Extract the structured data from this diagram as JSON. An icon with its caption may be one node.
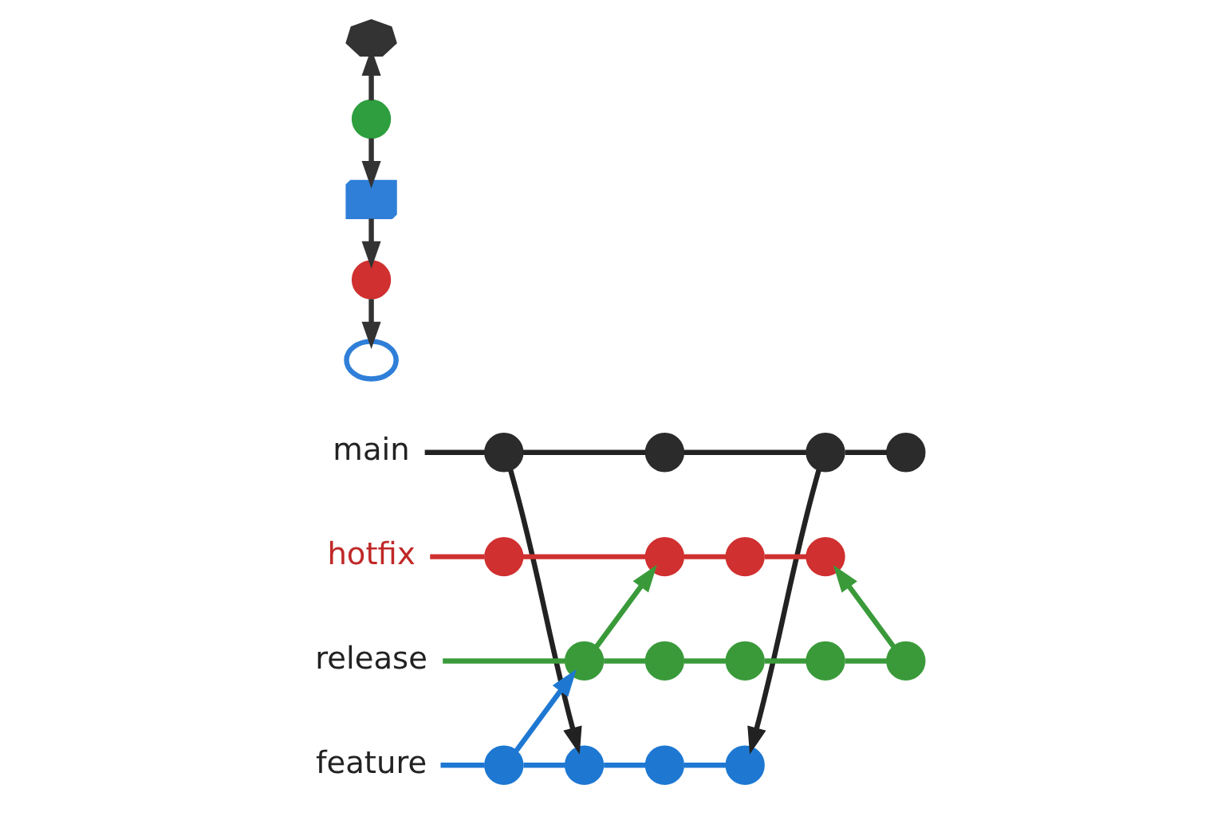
{
  "diagram": {
    "nodes": [
      {
        "text": [
          "main"
        ]
      },
      {
        "text": [],
        "shape": "circle"
      },
      {
        "text": [],
        "shape": "circle"
      },
      {
        "text": [],
        "shape": "circle"
      },
      {
        "text": [],
        "shape": "circle"
      },
      {
        "text": [
          "feature"
        ]
      },
      {
        "text": [],
        "shape": "circle"
      },
      {
        "text": [],
        "shape": "circle"
      },
      {
        "text": [],
        "shape": "circle"
      },
      {
        "text": [],
        "shape": "circle"
      },
      {
        "text": [
          "release"
        ]
      },
      {
        "text": [],
        "shape": "circle"
      },
      {
        "text": [],
        "shape": "circle"
      },
      {
        "text": [],
        "shape": "circle"
      },
      {
        "text": [],
        "shape": "circle"
      },
      {
        "text": [],
        "shape": "circle"
      },
      {
        "text": [
          "hotfix"
        ]
      },
      {
        "text": [],
        "shape": "circle"
      },
      {
        "text": [],
        "shape": "circle"
      },
      {
        "text": [],
        "shape": "circle"
      },
      {
        "text": [],
        "shape": "circle"
      },
      {
        "text": [],
        "shape": "picture"
      },
      {
        "text": [],
        "shape": "circle"
      },
      {
        "text": [],
        "shape": "box"
      },
      {
        "text": [],
        "shape": "circle"
      },
      {
        "text": [],
        "shape": "cloud"
      }
    ],
    "edges": [
      {
        "from": 0,
        "to": 1,
        "arrow": "none",
        "color": "#222222"
      },
      {
        "from": 1,
        "to": 2,
        "arrow": "none",
        "color": "#222222"
      },
      {
        "from": 2,
        "to": 3,
        "arrow": "none",
        "color": "#222222"
      },
      {
        "from": 3,
        "to": 4,
        "arrow": "none",
        "color": "#222222"
      },
      {
        "from": 5,
        "to": 6,
        "arrow": "none",
        "color": "#1e78d2"
      },
      {
        "from": 6,
        "to": 7,
        "arrow": "none",
        "color": "#1e78d2"
      },
      {
        "from": 7,
        "to": 8,
        "arrow": "none",
        "color": "#1e78d2"
      },
      {
        "from": 8,
        "to": 9,
        "arrow": "none",
        "color": "#1e78d2"
      },
      {
        "from": 10,
        "to": 11,
        "arrow": "none",
        "color": "#3a9a3a"
      },
      {
        "from": 11,
        "to": 12,
        "arrow": "none",
        "color": "#3a9a3a"
      },
      {
        "from": 12,
        "to": 13,
        "arrow": "none",
        "color": "#3a9a3a"
      },
      {
        "from": 13,
        "to": 14,
        "arrow": "none",
        "color": "#3a9a3a"
      },
      {
        "from": 14,
        "to": 15,
        "arrow": "none",
        "color": "#3a9a3a"
      },
      {
        "from": 16,
        "to": 17,
        "arrow": "none",
        "color": "#d03030"
      },
      {
        "from": 17,
        "to": 18,
        "arrow": "none",
        "color": "#d03030"
      },
      {
        "from": 18,
        "to": 19,
        "arrow": "none",
        "color": "#d03030"
      },
      {
        "from": 19,
        "to": 20,
        "arrow": "none",
        "color": "#d03030"
      },
      {
        "from": 1,
        "to": 7,
        "arrow": "to",
        "color": "#222222"
      },
      {
        "from": 3,
        "to": 9,
        "arrow": "to",
        "color": "#222222"
      },
      {
        "from": 6,
        "to": 11,
        "arrow": "to",
        "color": "#1e78d2"
      },
      {
        "from": 11,
        "to": 18,
        "arrow": "to",
        "color": "#3a9a3a"
      },
      {
        "from": 15,
        "to": 20,
        "arrow": "to",
        "color": "#3a9a3a"
      },
      {
        "from": 22,
        "to": 21,
        "arrow": "to",
        "color": "#333333"
      },
      {
        "from": 22,
        "to": 23,
        "arrow": "to",
        "color": "#333333"
      },
      {
        "from": 23,
        "to": 24,
        "arrow": "to",
        "color": "#333333"
      },
      {
        "from": 24,
        "to": 25,
        "arrow": "to",
        "color": "#333333"
      }
    ]
  }
}
